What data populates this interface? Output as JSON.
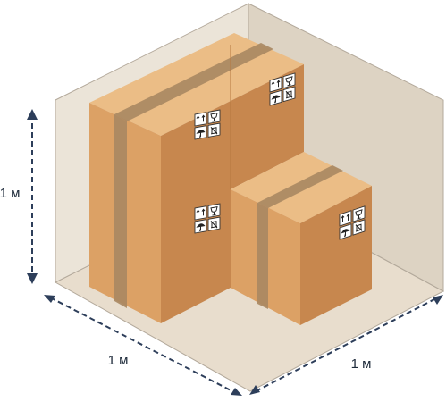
{
  "dimensions": {
    "height_label": "1 м",
    "width_label": "1 м",
    "depth_label": "1 м"
  },
  "colors": {
    "floor": "#e8ddcd",
    "back_wall": "#ebe4d8",
    "side_wall": "#ddd3c3",
    "cell_edge": "#b3a99b",
    "box_front": "#dca165",
    "box_side": "#c7874e",
    "box_top": "#ebbd86",
    "tape": "#a98762",
    "arrow": "#2d3e5a"
  },
  "icons": [
    "this-way-up-icon",
    "fragile-glass-icon",
    "keep-dry-umbrella-icon",
    "do-not-stack-icon"
  ]
}
